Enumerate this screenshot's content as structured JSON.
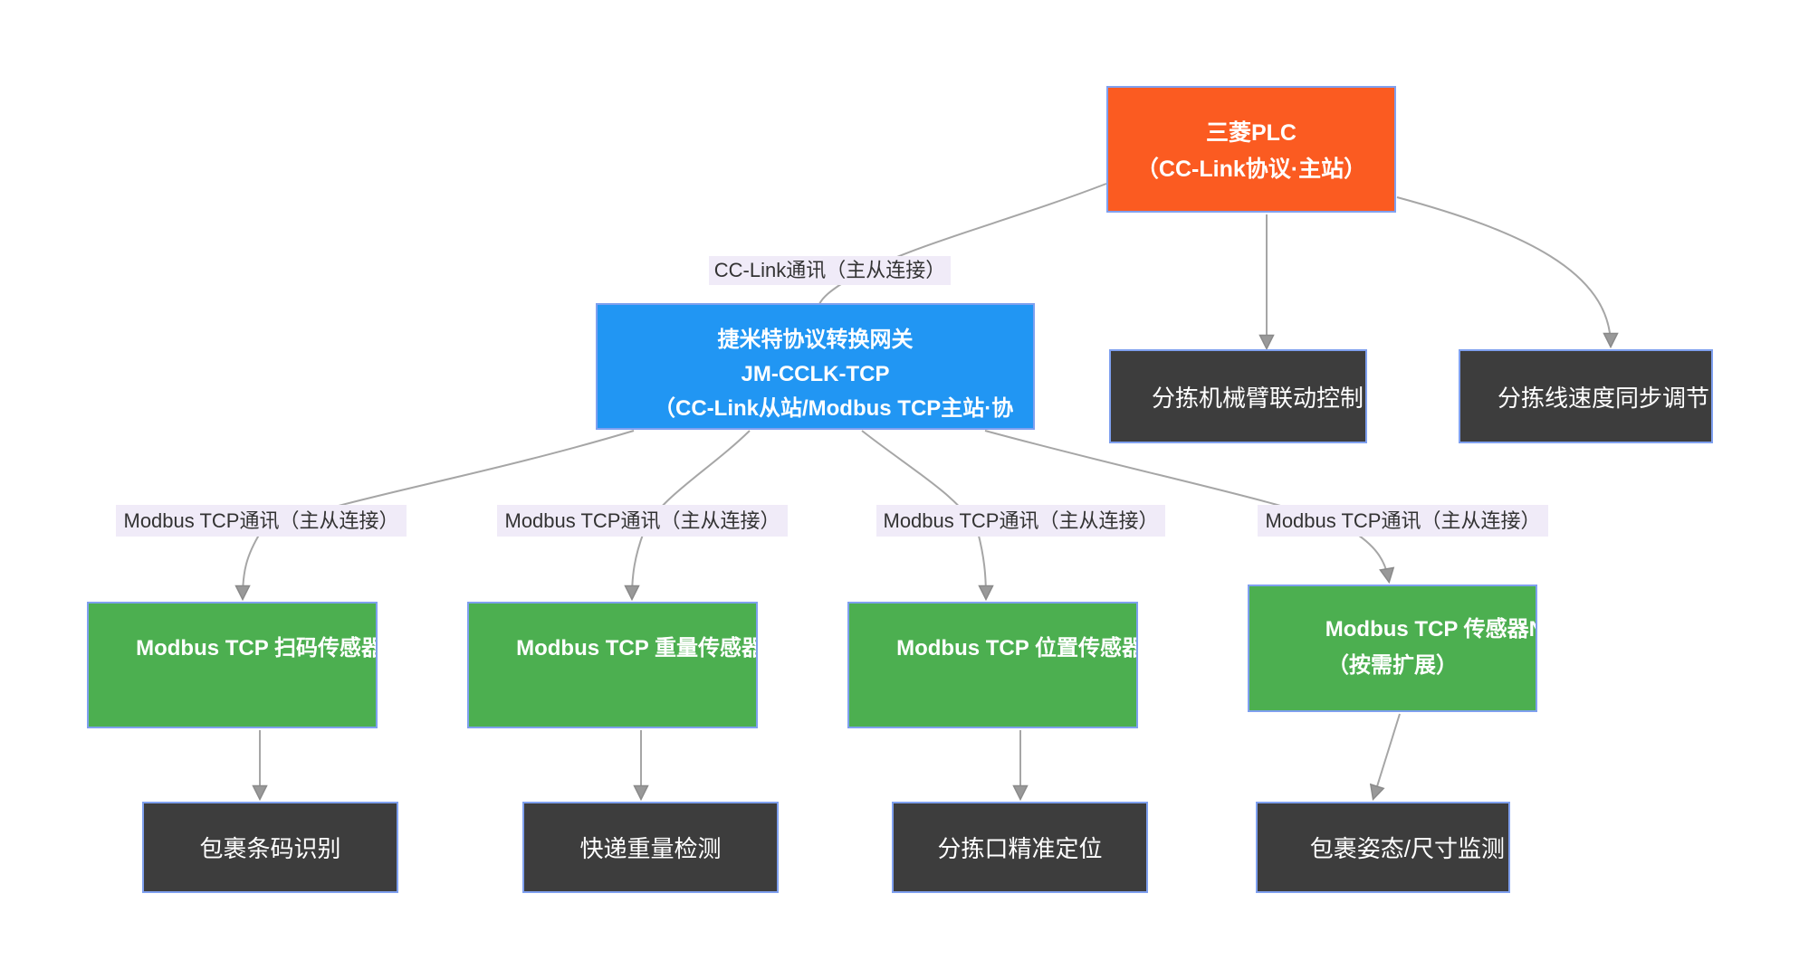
{
  "colors": {
    "plc_fill": "#fb5b21",
    "gateway_fill": "#2196f3",
    "sensor_fill": "#4caf50",
    "function_fill": "#3d3d3d",
    "node_border": "#7fa0ef",
    "edge_line": "#a6a6a6",
    "arrowhead": "#999999",
    "edge_label_bg": "#f0ebf8",
    "edge_label_text": "#333333",
    "node_text": "#ffffff",
    "background": "#ffffff"
  },
  "nodes": {
    "plc": {
      "line1": "三菱PLC",
      "line2": "（CC-Link协议·主站）"
    },
    "gateway": {
      "line1": "捷米特协议转换网关",
      "line2": "JM-CCLK-TCP",
      "line3": "（CC-Link从站/Modbus TCP主站·协"
    },
    "arm_control": {
      "label": "分拣机械臂联动控制"
    },
    "line_speed": {
      "label": "分拣线速度同步调节"
    },
    "scan_sensor": {
      "label": "Modbus TCP 扫码传感器"
    },
    "weight_sensor": {
      "label": "Modbus TCP 重量传感器"
    },
    "position_sensor": {
      "label": "Modbus TCP 位置传感器"
    },
    "sensor_n": {
      "line1": "Modbus TCP 传感器N",
      "line2": "（按需扩展）"
    },
    "barcode_id": {
      "label": "包裹条码识别"
    },
    "weight_check": {
      "label": "快递重量检测"
    },
    "chute_position": {
      "label": "分拣口精准定位"
    },
    "posture_monitor": {
      "label": "包裹姿态/尺寸监测"
    }
  },
  "edge_labels": {
    "cclink": "CC-Link通讯（主从连接）",
    "modbus1": "Modbus TCP通讯（主从连接）",
    "modbus2": "Modbus TCP通讯（主从连接）",
    "modbus3": "Modbus TCP通讯（主从连接）",
    "modbus4": "Modbus TCP通讯（主从连接）"
  }
}
